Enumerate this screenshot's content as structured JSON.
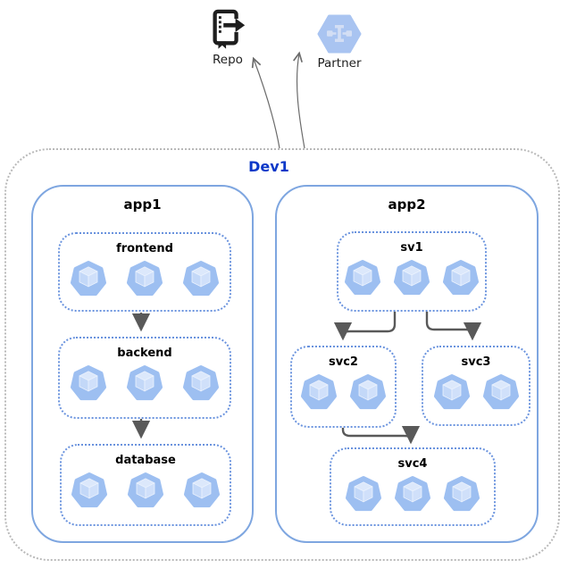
{
  "external_nodes": {
    "repo": {
      "label": "Repo",
      "icon": "repo-icon"
    },
    "partner": {
      "label": "Partner",
      "icon": "partner-hexagon-icon"
    }
  },
  "boundary": {
    "label": "Dev1"
  },
  "apps": [
    {
      "label": "app1",
      "services": [
        {
          "id": "frontend",
          "label": "frontend",
          "pods": 3
        },
        {
          "id": "backend",
          "label": "backend",
          "pods": 3
        },
        {
          "id": "database",
          "label": "database",
          "pods": 3
        }
      ]
    },
    {
      "label": "app2",
      "services": [
        {
          "id": "sv1",
          "label": "sv1",
          "pods": 3
        },
        {
          "id": "svc2",
          "label": "svc2",
          "pods": 2
        },
        {
          "id": "svc3",
          "label": "svc3",
          "pods": 2
        },
        {
          "id": "svc4",
          "label": "svc4",
          "pods": 3
        }
      ]
    }
  ],
  "edges": [
    {
      "from": "Dev1",
      "to": "Repo"
    },
    {
      "from": "Dev1",
      "to": "Partner"
    },
    {
      "from": "frontend",
      "to": "backend"
    },
    {
      "from": "backend",
      "to": "database"
    },
    {
      "from": "sv1",
      "to": "svc2"
    },
    {
      "from": "sv1",
      "to": "svc3"
    },
    {
      "from": "svc2",
      "to": "svc4"
    }
  ],
  "colors": {
    "app_border": "#7EA6E0",
    "service_border": "#6A93DE",
    "boundary_border": "#B9B9B9",
    "dev1_label": "#0B38C8",
    "elbow_arrow": "#595959",
    "thin_arrow": "#6B6B6B",
    "pod_fill": "#9DBFF1",
    "pod_cube_top": "#DCE8FB",
    "pod_cube_left": "#C3D8F8",
    "pod_cube_right": "#D0E0FA",
    "partner_hex_fill": "#A9C4F1",
    "partner_glyph": "#D3DEF4",
    "repo_icon": "#1E1E1E"
  }
}
